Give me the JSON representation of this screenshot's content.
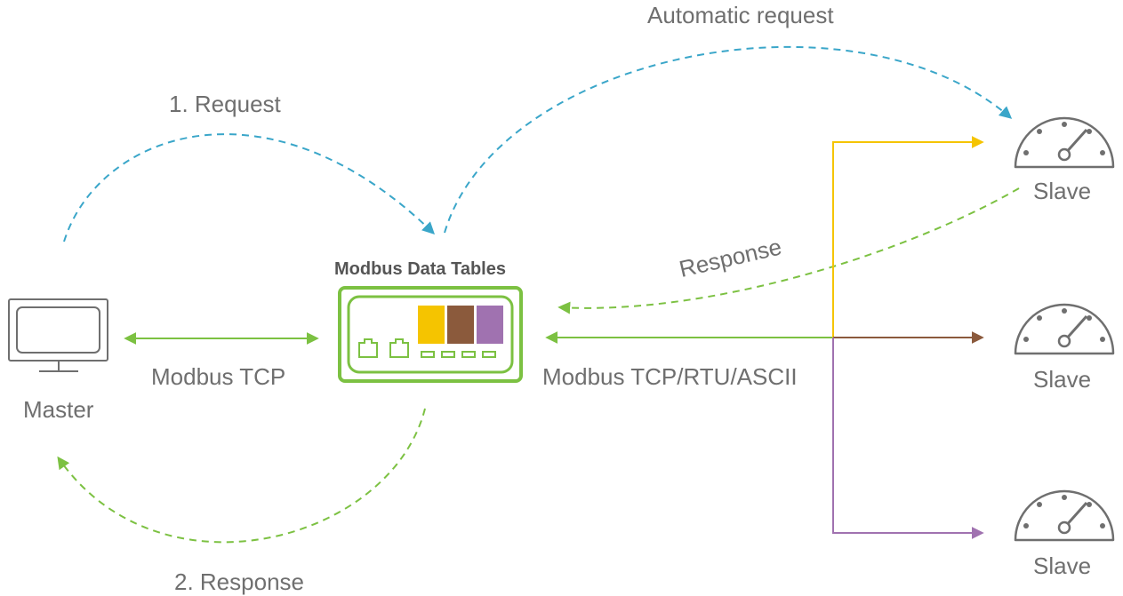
{
  "labels": {
    "automatic_request": "Automatic request",
    "request": "1. Request",
    "response_master": "2. Response",
    "response_slave": "Response",
    "modbus_tcp": "Modbus TCP",
    "modbus_serial": "Modbus TCP/RTU/ASCII",
    "data_tables": "Modbus Data Tables",
    "master": "Master",
    "slaves": [
      "Slave",
      "Slave",
      "Slave"
    ]
  },
  "colors": {
    "request_arrow": "#3aa6c9",
    "response_arrow": "#7cc142",
    "link_line": "#7cc142",
    "gateway_frame": "#7cc142",
    "register_1": "#f5c400",
    "register_2": "#8b5a3c",
    "register_3": "#a072b0",
    "bus_slave_1": "#f5c400",
    "bus_slave_2": "#8b5a3c",
    "bus_slave_3": "#a072b0",
    "icon_gray": "#6f6f6f"
  }
}
